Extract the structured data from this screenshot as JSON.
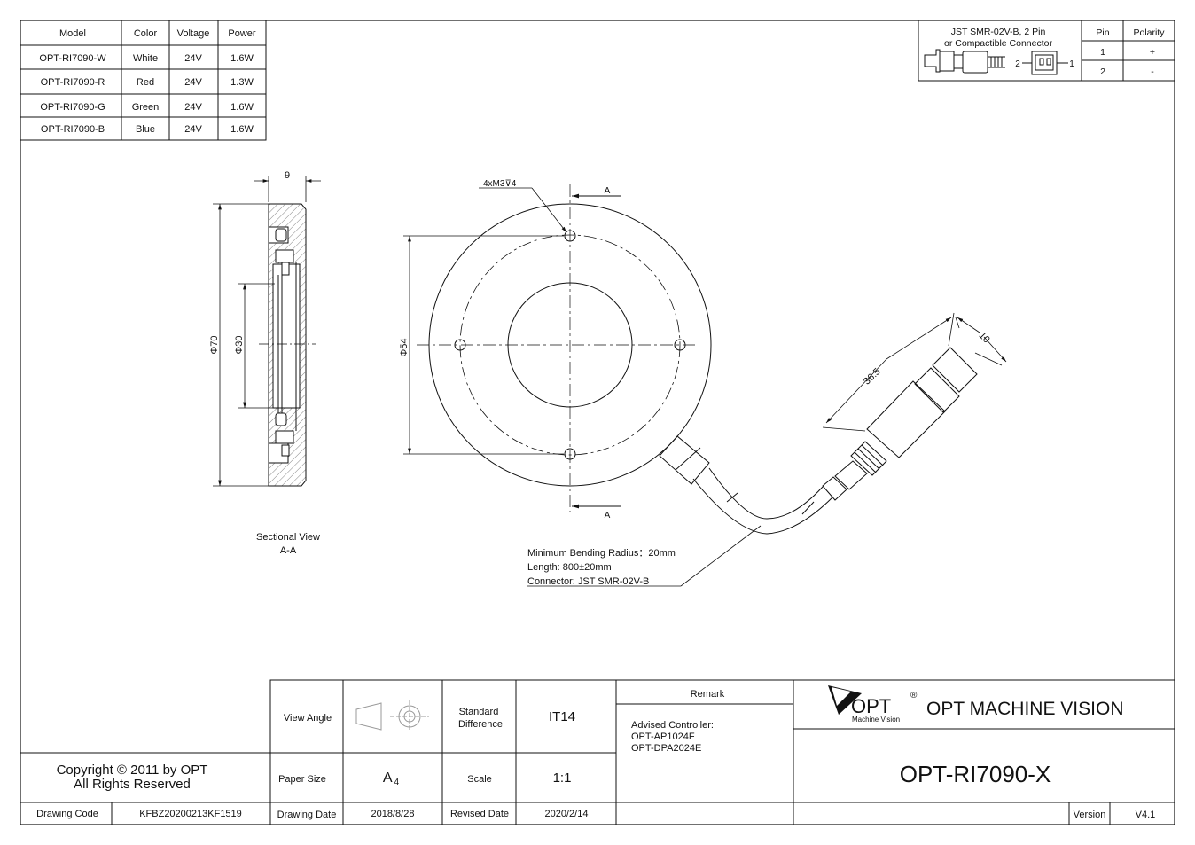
{
  "model_table": {
    "headers": [
      "Model",
      "Color",
      "Voltage",
      "Power"
    ],
    "rows": [
      [
        "OPT-RI7090-W",
        "White",
        "24V",
        "1.6W"
      ],
      [
        "OPT-RI7090-R",
        "Red",
        "24V",
        "1.3W"
      ],
      [
        "OPT-RI7090-G",
        "Green",
        "24V",
        "1.6W"
      ],
      [
        "OPT-RI7090-B",
        "Blue",
        "24V",
        "1.6W"
      ]
    ]
  },
  "connector_table": {
    "title_line1": "JST SMR-02V-B, 2 Pin",
    "title_line2": "or Compactible Connector",
    "pin_header": "Pin",
    "polarity_header": "Polarity",
    "rows": [
      [
        "1",
        "+"
      ],
      [
        "2",
        "-"
      ]
    ],
    "pin_label_left": "2",
    "pin_label_right": "1"
  },
  "dimensions": {
    "width": "9",
    "outer_diameter": "70",
    "inner_diameter": "30",
    "hole_circle": "54",
    "holes": "4xM3",
    "hole_depth": "4",
    "connector_length": "36.5",
    "connector_width": "10",
    "section_mark": "A",
    "diameter_symbol": "Φ"
  },
  "notes": {
    "sectional_view_line1": "Sectional View",
    "sectional_view_line2": "A-A",
    "bending_radius": "Minimum Bending Radius：20mm",
    "length": "Length: 800±20mm",
    "connector": "Connector: JST SMR-02V-B"
  },
  "title_block": {
    "copyright_line1": "Copyright © 2011 by OPT",
    "copyright_line2": "All Rights Reserved",
    "drawing_code_label": "Drawing Code",
    "drawing_code": "KFBZ20200213KF1519",
    "view_angle_label": "View Angle",
    "standard_difference_line1": "Standard",
    "standard_difference_line2": "Difference",
    "tolerance": "IT14",
    "paper_size_label": "Paper Size",
    "paper_size": "A",
    "paper_size_sub": "4",
    "scale_label": "Scale",
    "scale": "1:1",
    "drawing_date_label": "Drawing Date",
    "drawing_date": "2018/8/28",
    "revised_date_label": "Revised Date",
    "revised_date": "2020/2/14",
    "remark_label": "Remark",
    "remark_line1": "Advised Controller:",
    "remark_line2": "OPT-AP1024F",
    "remark_line3": "OPT-DPA2024E",
    "logo_text": "OPT",
    "logo_registered": "®",
    "logo_sub": "Machine Vision",
    "company": "OPT MACHINE VISION",
    "part_number": "OPT-RI7090-X",
    "version_label": "Version",
    "version": "V4.1"
  }
}
